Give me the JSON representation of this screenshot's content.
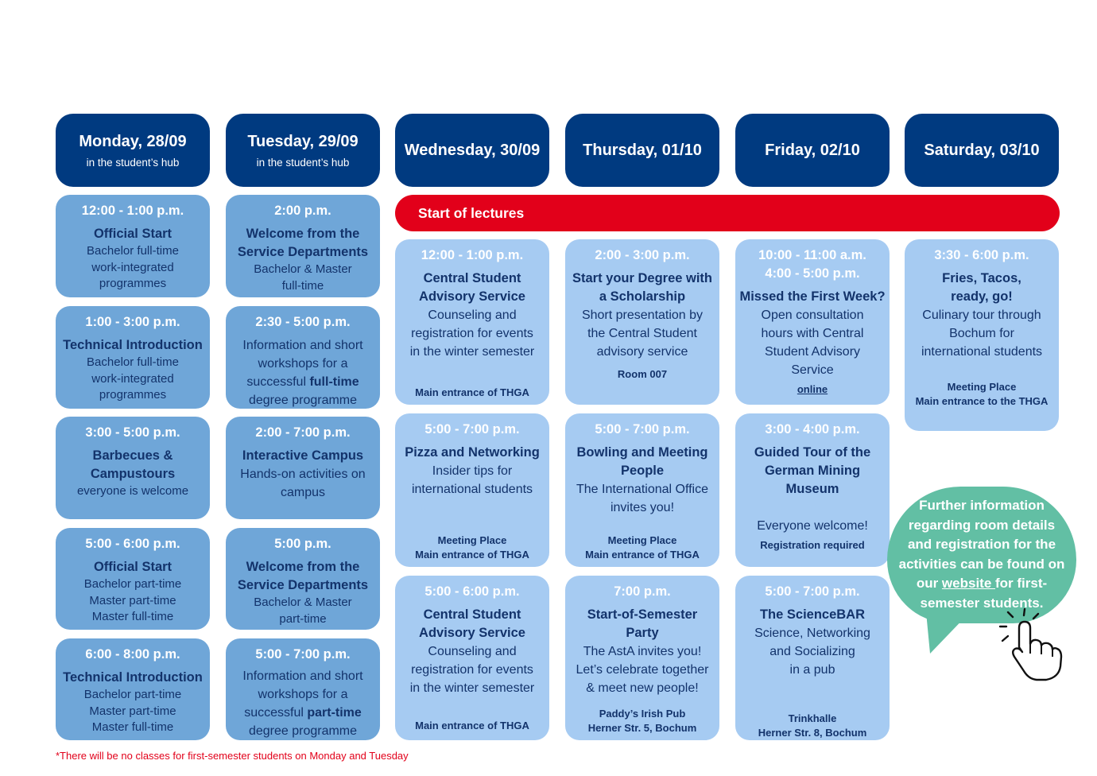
{
  "days": [
    {
      "date": "Monday, 28/09",
      "sub": "in the student’s hub"
    },
    {
      "date": "Tuesday, 29/09",
      "sub": "in the student’s hub"
    },
    {
      "date": "Wednesday, 30/09",
      "sub": ""
    },
    {
      "date": "Thursday, 01/10",
      "sub": ""
    },
    {
      "date": "Friday, 02/10",
      "sub": ""
    },
    {
      "date": "Saturday, 03/10",
      "sub": ""
    }
  ],
  "banner": "Start of lectures",
  "mon": [
    {
      "time": "12:00 - 1:00 p.m.",
      "name": "Official Start",
      "l1": "Bachelor full-time",
      "l2": "work-integrated",
      "l3": "programmes"
    },
    {
      "time": "1:00 - 3:00 p.m.",
      "name": "Technical Introduction",
      "l1": "Bachelor full-time",
      "l2": "work-integrated",
      "l3": "programmes"
    },
    {
      "time": "3:00 - 5:00 p.m.",
      "name": "Barbecues &",
      "name2": "Campustours",
      "l1": "everyone is welcome"
    },
    {
      "time": "5:00 - 6:00 p.m.",
      "name": "Official Start",
      "l1": "Bachelor part-time",
      "l2": "Master part-time",
      "l3": "Master full-time"
    },
    {
      "time": "6:00 - 8:00 p.m.",
      "name": "Technical Introduction",
      "l1": "Bachelor part-time",
      "l2": "Master part-time",
      "l3": "Master full-time"
    }
  ],
  "tue": [
    {
      "time": "2:00 p.m.",
      "name": "Welcome from the",
      "name2": "Service Departments",
      "l1": "Bachelor & Master",
      "l2": "full-time"
    },
    {
      "time": "2:30 - 5:00 p.m.",
      "l1": "Information and short",
      "l2": "workshops for a",
      "l3a": "successful ",
      "l3b": "full-time",
      "l4": "degree programme"
    },
    {
      "time": "2:00 - 7:00 p.m.",
      "name": "Interactive Campus",
      "l1": "Hands-on activities on",
      "l2": "campus"
    },
    {
      "time": "5:00 p.m.",
      "name": "Welcome from the",
      "name2": "Service Departments",
      "l1": "Bachelor & Master",
      "l2": "part-time"
    },
    {
      "time": "5:00 - 7:00 p.m.",
      "l1": "Information and short",
      "l2": "workshops for a",
      "l3a": "successful ",
      "l3b": "part-time",
      "l4": "degree programme"
    }
  ],
  "wed": [
    {
      "time": "12:00 - 1:00 p.m.",
      "name": "Central Student",
      "name2": "Advisory Service",
      "l1": "Counseling and",
      "l2": "registration for events",
      "l3": "in the winter semester",
      "foot": "Main entrance of THGA"
    },
    {
      "time": "5:00 - 7:00 p.m.",
      "name": "Pizza and Networking",
      "l1": "Insider tips for",
      "l2": "international students",
      "foot1": "Meeting Place",
      "foot2": "Main entrance of THGA"
    },
    {
      "time": "5:00 - 6:00 p.m.",
      "name": "Central Student",
      "name2": "Advisory Service",
      "l1": "Counseling and",
      "l2": "registration for events",
      "l3": "in the winter semester",
      "foot": "Main entrance of THGA"
    }
  ],
  "thu": [
    {
      "time": "2:00 - 3:00 p.m.",
      "name": "Start your Degree with",
      "name2": "a Scholarship",
      "l1": "Short presentation by",
      "l2": "the Central Student",
      "l3": "advisory service",
      "room": "Room 007"
    },
    {
      "time": "5:00 - 7:00 p.m.",
      "name": "Bowling and Meeting",
      "name2": "People",
      "l1": "The International Office",
      "l2": "invites you!",
      "foot1": "Meeting Place",
      "foot2": "Main entrance of THGA"
    },
    {
      "time": "7:00 p.m.",
      "name": "Start-of-Semester",
      "name2": "Party",
      "l1": "The AstA invites you!",
      "l2": "Let’s celebrate together",
      "l3": "& meet new people!",
      "foot1": "Paddy’s Irish Pub",
      "foot2": "Herner Str. 5, Bochum"
    }
  ],
  "fri": [
    {
      "time": "10:00 - 11:00 a.m.",
      "time2": "4:00 - 5:00 p.m.",
      "name": "Missed the First Week?",
      "l1": "Open consultation",
      "l2": "hours with Central",
      "l3": "Student Advisory",
      "l4": "Service",
      "link": "online"
    },
    {
      "time": "3:00 - 4:00 p.m.",
      "name": "Guided Tour of the",
      "name2": "German Mining",
      "name3": "Museum",
      "l1": "Everyone welcome!",
      "foot": "Registration required"
    },
    {
      "time": "5:00 - 7:00 p.m.",
      "name": "The ScienceBAR",
      "l1": "Science, Networking",
      "l2": "and Socializing",
      "l3": "in a pub",
      "foot1": "Trinkhalle",
      "foot2": "Herner Str. 8, Bochum"
    }
  ],
  "sat": [
    {
      "time": "3:30 - 6:00 p.m.",
      "name": "Fries, Tacos,",
      "name2": "ready, go!",
      "l1": "Culinary tour through",
      "l2": "Bochum for",
      "l3": "international students",
      "foot1": "Meeting Place",
      "foot2": "Main entrance to the THGA"
    }
  ],
  "bubble": {
    "pre": "Further information regarding room details and registration for the activities can be found on our ",
    "link": "website ",
    "post": "for first-semester students."
  },
  "footnote": "*There will be no classes for first-semester students on Monday and Tuesday",
  "colors": {
    "header": "#003a80",
    "card_dark": "#6fa6d8",
    "card_light": "#a6cbf2",
    "accent_red": "#e2001a",
    "bubble": "#62bfa4"
  },
  "icons": [
    "hand-pointer-icon"
  ]
}
